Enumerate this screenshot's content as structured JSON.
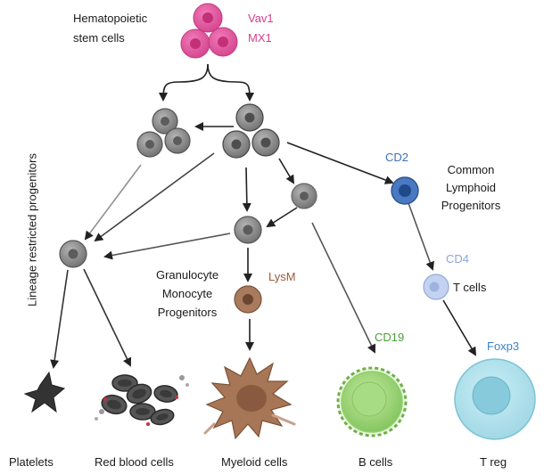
{
  "title": "",
  "stem": {
    "label_line1": "Hematopoietic",
    "label_line2": "stem cells",
    "marker1": "Vav1",
    "marker2": "MX1",
    "marker_color": "#d63d8c"
  },
  "axis_label": "Lineage restricted progenitors",
  "clp": {
    "marker": "CD2",
    "marker_color": "#3e6fb5",
    "line1": "Common",
    "line2": "Lymphoid",
    "line3": "Progenitors"
  },
  "gmp": {
    "line1": "Granulocyte",
    "line2": "Monocyte",
    "line3": "Progenitors",
    "marker": "LysM",
    "marker_color": "#9a5a3a"
  },
  "tcell": {
    "marker": "CD4",
    "marker_color": "#8aa8d8",
    "label": "T cells"
  },
  "bcell": {
    "marker": "CD19",
    "marker_color": "#4aa03a"
  },
  "treg": {
    "marker": "Foxp3",
    "marker_color": "#3a84c4"
  },
  "outputs": {
    "platelets": "Platelets",
    "rbc": "Red blood cells",
    "myeloid": "Myeloid cells",
    "bcells": "B cells",
    "treg": "T reg"
  },
  "colors": {
    "progenitor": "#8c8c8c",
    "stem": "#e0589e",
    "clp": "#3b66ad",
    "gmp": "#9b6a4e",
    "bcell": "#7dc25a",
    "tcell": "#b8c9ee",
    "treg": "#9fd8e6",
    "rbc": "#4a4a4a",
    "platelet": "#3a3a3a",
    "arrow": "#222222"
  }
}
